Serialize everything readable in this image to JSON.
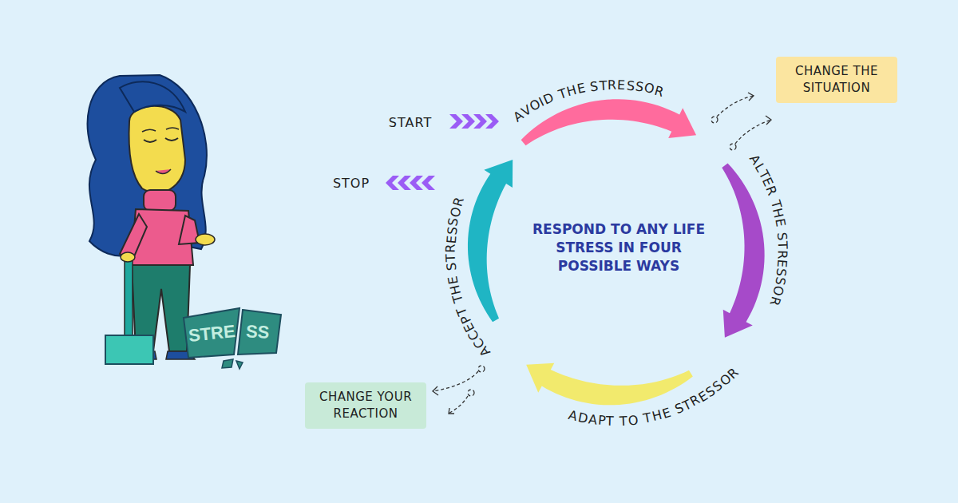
{
  "diagram": {
    "title": "RESPOND TO ANY LIFE STRESS IN FOUR POSSIBLE WAYS",
    "nodes": [
      {
        "text": [
          "CHANGE THE SITUATION"
        ]
      },
      {
        "text": [
          "CHANGE YOUR REACTION"
        ]
      }
    ],
    "labels": [
      "START",
      "AVOID THE STRESSOR",
      "ALTER THE STRESSOR",
      "ADAPT TO THE STRESSOR",
      "ACCEPT THE STRESSOR",
      "STOP",
      "STRE",
      "SS"
    ]
  }
}
